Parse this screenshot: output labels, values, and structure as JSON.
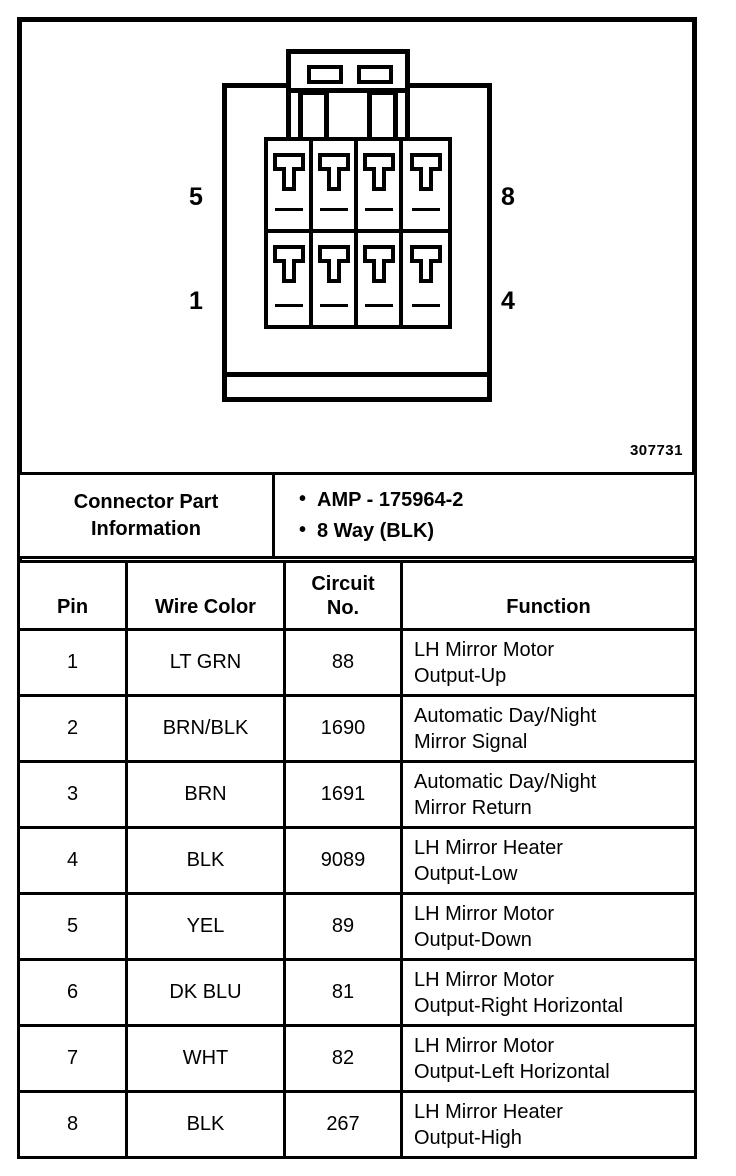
{
  "figure": {
    "id_number": "307731",
    "pin_labels": {
      "top_left": "5",
      "top_right": "8",
      "bottom_left": "1",
      "bottom_right": "4"
    },
    "cavity_count": 8
  },
  "connector_info": {
    "label_line1": "Connector Part",
    "label_line2": "Information",
    "items": [
      "AMP - 175964-2",
      "8 Way (BLK)"
    ]
  },
  "pin_table": {
    "headers": {
      "pin": "Pin",
      "wire_color": "Wire Color",
      "circuit_no_line1": "Circuit",
      "circuit_no_line2": "No.",
      "function": "Function"
    },
    "rows": [
      {
        "pin": "1",
        "wire_color": "LT GRN",
        "circuit": "88",
        "fn1": "LH Mirror Motor",
        "fn2": "Output-Up"
      },
      {
        "pin": "2",
        "wire_color": "BRN/BLK",
        "circuit": "1690",
        "fn1": "Automatic Day/Night",
        "fn2": "Mirror Signal"
      },
      {
        "pin": "3",
        "wire_color": "BRN",
        "circuit": "1691",
        "fn1": "Automatic Day/Night",
        "fn2": "Mirror Return"
      },
      {
        "pin": "4",
        "wire_color": "BLK",
        "circuit": "9089",
        "fn1": "LH Mirror Heater",
        "fn2": "Output-Low"
      },
      {
        "pin": "5",
        "wire_color": "YEL",
        "circuit": "89",
        "fn1": "LH Mirror Motor",
        "fn2": "Output-Down"
      },
      {
        "pin": "6",
        "wire_color": "DK BLU",
        "circuit": "81",
        "fn1": "LH Mirror Motor",
        "fn2": "Output-Right Horizontal"
      },
      {
        "pin": "7",
        "wire_color": "WHT",
        "circuit": "82",
        "fn1": "LH Mirror Motor",
        "fn2": "Output-Left Horizontal"
      },
      {
        "pin": "8",
        "wire_color": "BLK",
        "circuit": "267",
        "fn1": "LH Mirror Heater",
        "fn2": "Output-High"
      }
    ]
  },
  "colors": {
    "ink": "#000000",
    "paper": "#ffffff"
  }
}
